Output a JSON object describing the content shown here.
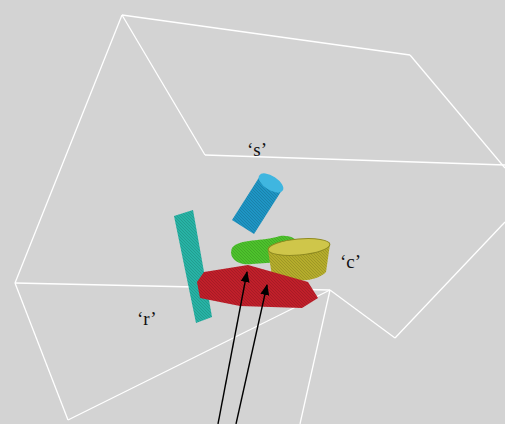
{
  "diagram": {
    "labels": [
      "‘s’",
      "‘c’",
      "‘r’"
    ]
  }
}
